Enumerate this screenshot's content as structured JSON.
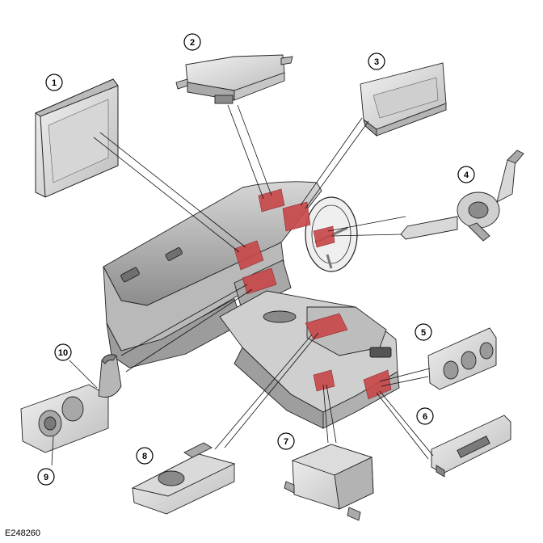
{
  "figure_id": "E248260",
  "colors": {
    "highlight": "#c8494a",
    "part_fill": "#e4e4e4",
    "part_dark": "#9a9a9a",
    "outline": "#222222",
    "leader": "#111111"
  },
  "callouts": [
    {
      "id": "1",
      "label": "1"
    },
    {
      "id": "2",
      "label": "2"
    },
    {
      "id": "3",
      "label": "3"
    },
    {
      "id": "4",
      "label": "4"
    },
    {
      "id": "5",
      "label": "5"
    },
    {
      "id": "6",
      "label": "6"
    },
    {
      "id": "7",
      "label": "7"
    },
    {
      "id": "8",
      "label": "8"
    },
    {
      "id": "9",
      "label": "9"
    },
    {
      "id": "10",
      "label": "10"
    }
  ]
}
